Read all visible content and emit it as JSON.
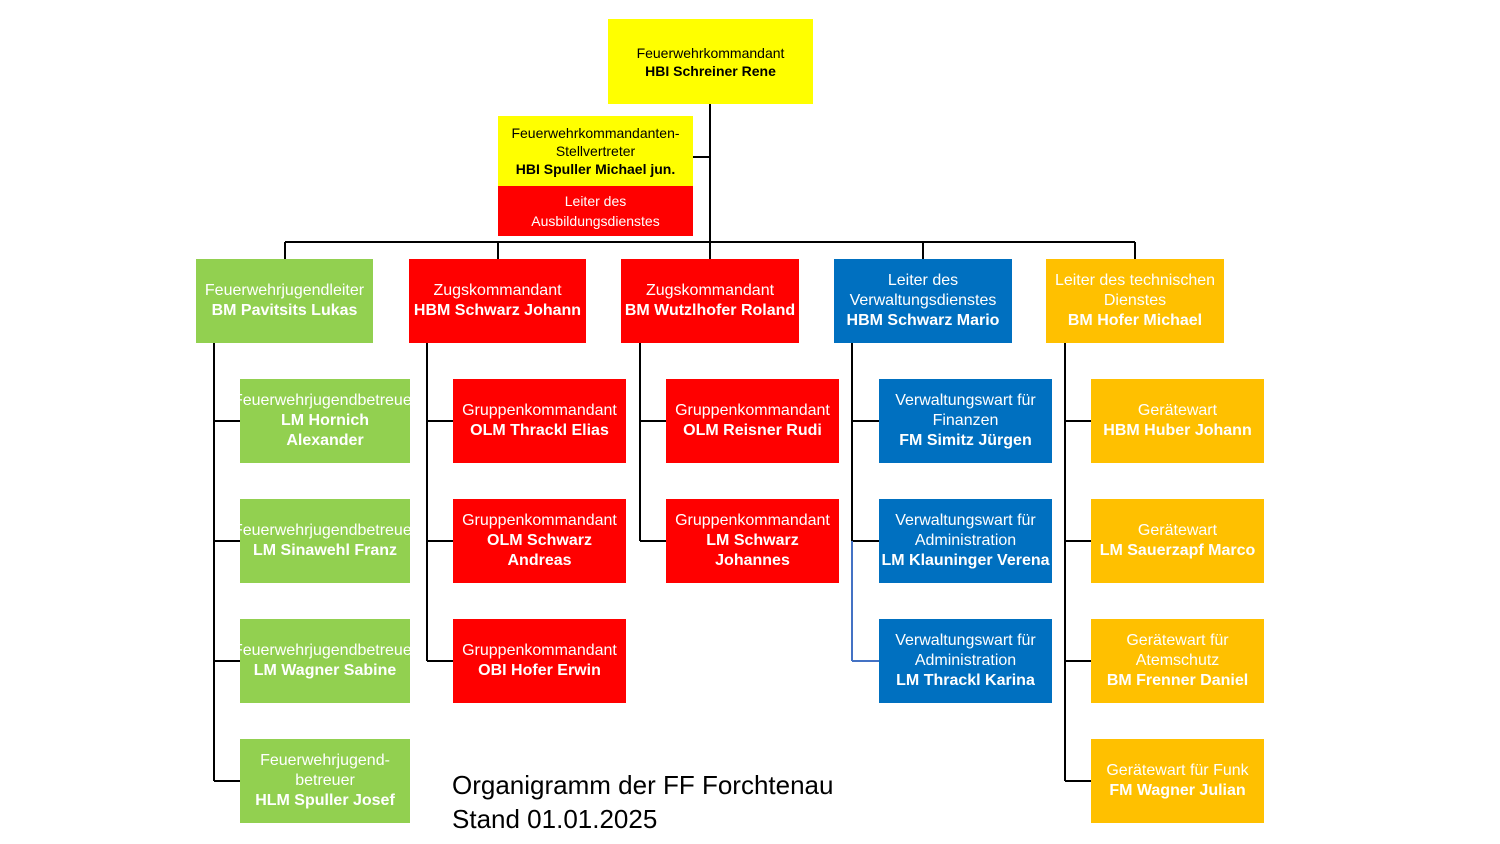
{
  "chart": {
    "commander": {
      "role": "Feuerwehrkommandant",
      "name": "HBI Schreiner Rene",
      "color": "#ffff00"
    },
    "deputy": {
      "role": "Feuerwehrkommandanten-Stellvertreter",
      "name": "HBI Spuller Michael jun.",
      "extra": "Leiter des Ausbildungsdienstes"
    },
    "departments": [
      {
        "role": "Feuerwehrjugendleiter",
        "name": "BM Pavitsits Lukas",
        "color": "#92d050",
        "members": [
          {
            "role": "Feuerwehrjugendbetreuer",
            "name": "LM Hornich Alexander"
          },
          {
            "role": "Feuerwehrjugendbetreuer",
            "name": "LM Sinawehl Franz"
          },
          {
            "role": "Feuerwehrjugendbetreuer",
            "name": "LM Wagner Sabine"
          },
          {
            "role": "Feuerwehrjugend-betreuer",
            "name": "HLM Spuller Josef"
          }
        ]
      },
      {
        "role": "Zugskommandant",
        "name": "HBM Schwarz Johann",
        "color": "#ff0000",
        "members": [
          {
            "role": "Gruppenkommandant",
            "name": "OLM Thrackl Elias"
          },
          {
            "role": "Gruppenkommandant",
            "name": "OLM Schwarz Andreas"
          },
          {
            "role": "Gruppenkommandant",
            "name": "OBI Hofer Erwin"
          }
        ]
      },
      {
        "role": "Zugskommandant",
        "name": "BM Wutzlhofer Roland",
        "color": "#ff0000",
        "members": [
          {
            "role": "Gruppenkommandant",
            "name": "OLM Reisner Rudi"
          },
          {
            "role": "Gruppenkommandant",
            "name": "LM Schwarz Johannes"
          }
        ]
      },
      {
        "role": "Leiter des Verwaltungsdienstes",
        "name": "HBM Schwarz Mario",
        "color": "#0070c0",
        "members": [
          {
            "role": "Verwaltungswart für Finanzen",
            "name": "FM Simitz Jürgen"
          },
          {
            "role": "Verwaltungswart für Administration",
            "name": "LM Klauninger Verena"
          },
          {
            "role": "Verwaltungswart für Administration",
            "name": "LM Thrackl Karina"
          }
        ]
      },
      {
        "role": "Leiter des technischen Dienstes",
        "name": "BM Hofer Michael",
        "color": "#ffc000",
        "members": [
          {
            "role": "Gerätewart",
            "name": "HBM Huber Johann"
          },
          {
            "role": "Gerätewart",
            "name": "LM Sauerzapf Marco"
          },
          {
            "role": "Gerätewart für Atemschutz",
            "name": "BM Frenner Daniel"
          },
          {
            "role": "Gerätewart für Funk",
            "name": "FM Wagner Julian"
          }
        ]
      }
    ]
  },
  "caption": {
    "line1": "Organigramm der FF Forchtenau",
    "line2": "Stand 01.01.2025"
  }
}
